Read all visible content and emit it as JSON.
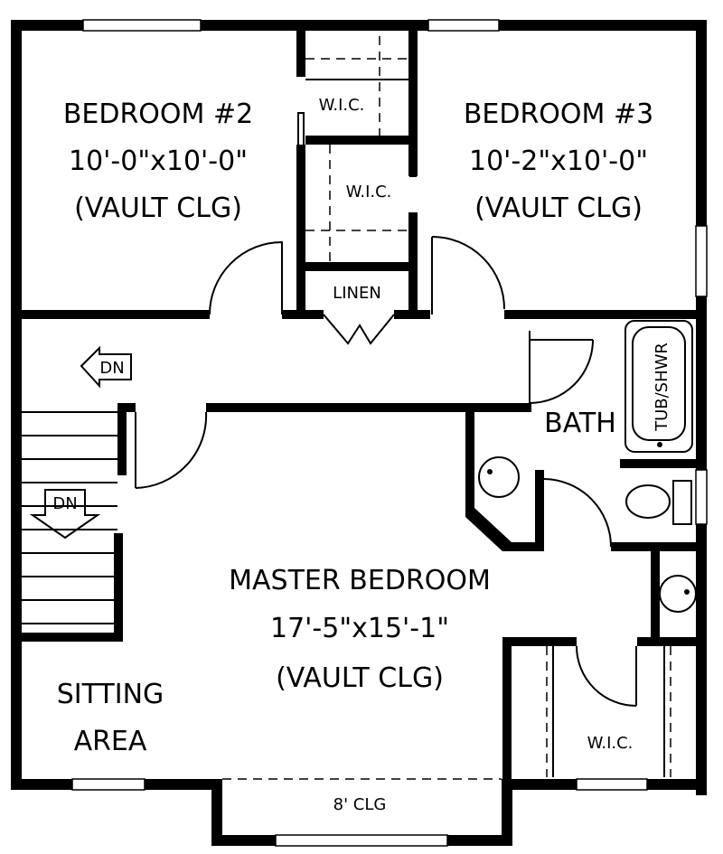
{
  "rooms": {
    "bedroom2": {
      "name": "BEDROOM #2",
      "dims": "10'-0\"x10'-0\"",
      "note": "(VAULT CLG)"
    },
    "bedroom3": {
      "name": "BEDROOM #3",
      "dims": "10'-2\"x10'-0\"",
      "note": "(VAULT CLG)"
    },
    "master": {
      "name": "MASTER BEDROOM",
      "dims": "17'-5\"x15'-1\"",
      "note": "(VAULT CLG)"
    },
    "sitting": {
      "line1": "SITTING",
      "line2": "AREA"
    },
    "bath": "BATH",
    "tub": "TUB/SHWR",
    "linen": "LINEN",
    "wic_top": "W.I.C.",
    "wic_mid": "W.I.C.",
    "wic_master": "W.I.C.",
    "ceiling_note": "8' CLG"
  },
  "stairs": {
    "down_hall": "DN",
    "down_stair": "DN"
  }
}
